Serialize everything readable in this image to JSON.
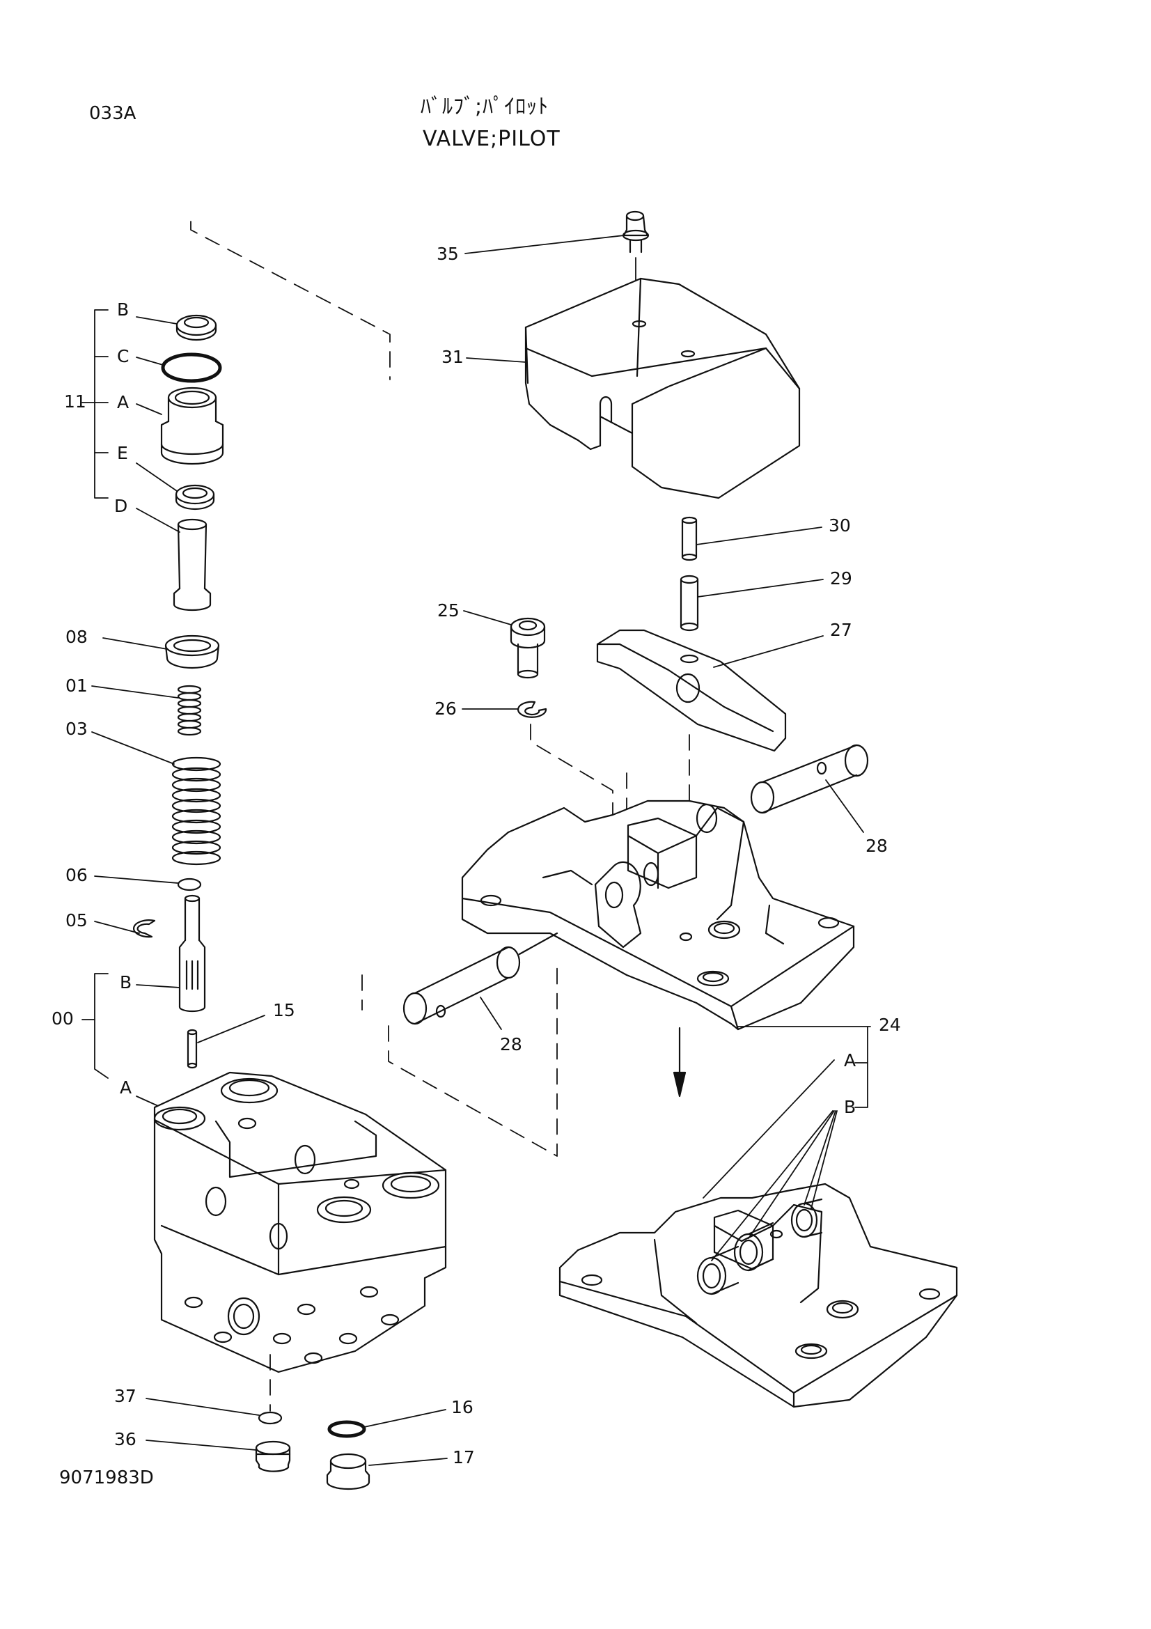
{
  "header": {
    "page_code": "033A",
    "title_kana": "ﾊﾞﾙﾌﾞ;ﾊﾟｲﾛｯﾄ",
    "title": "VALVE;PILOT"
  },
  "drawing_number": "9071983D",
  "callouts": {
    "c35": "35",
    "c31": "31",
    "c30": "30",
    "c29": "29",
    "c27": "27",
    "c25": "25",
    "c26": "26",
    "c28a": "28",
    "c28b": "28",
    "c24": "24",
    "c24A": "A",
    "c24B": "B",
    "c11": "11",
    "c11B": "B",
    "c11C": "C",
    "c11A": "A",
    "c11E": "E",
    "c11D": "D",
    "c08": "08",
    "c01": "01",
    "c03": "03",
    "c06": "06",
    "c05": "05",
    "c00": "00",
    "c00B": "B",
    "c00A": "A",
    "c15": "15",
    "c37": "37",
    "c36": "36",
    "c16": "16",
    "c17": "17"
  }
}
